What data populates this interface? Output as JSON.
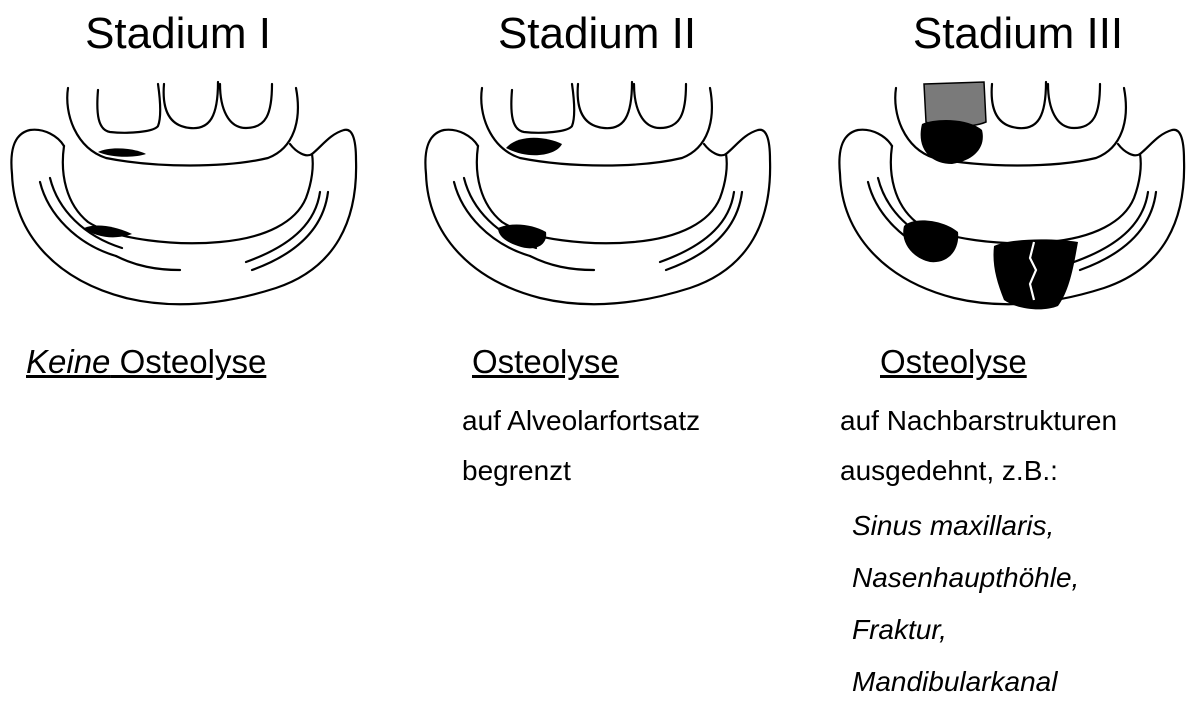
{
  "stages": [
    {
      "title": "Stadium I",
      "heading_em": "Keine",
      "heading_rest": " Osteolyse"
    },
    {
      "title": "Stadium II",
      "heading": "Osteolyse",
      "description": [
        "auf Alveolarfortsatz",
        "begrenzt"
      ]
    },
    {
      "title": "Stadium III",
      "heading": "Osteolyse",
      "description": [
        "auf Nachbarstrukturen",
        "ausgedehnt, z.B.:"
      ],
      "examples": [
        "Sinus maxillaris,",
        "Nasenhaupthöhle,",
        "Fraktur,",
        "Mandibularkanal"
      ]
    }
  ],
  "colors": {
    "outline": "#000000",
    "lesion": "#000000",
    "tooth_highlight": "#7a7a7a",
    "background": "#ffffff"
  }
}
